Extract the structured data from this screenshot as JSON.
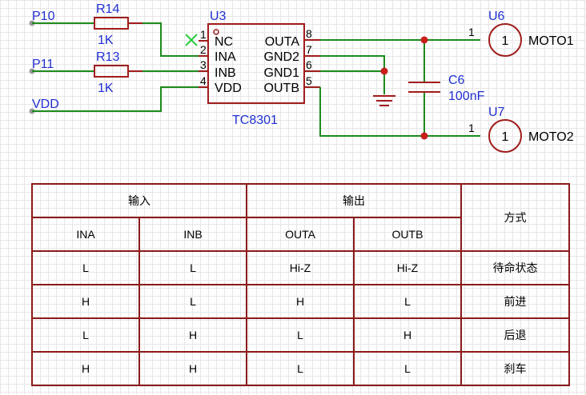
{
  "schematic": {
    "nets": {
      "p10": "P10",
      "p11": "P11",
      "vdd": "VDD"
    },
    "resistors": [
      {
        "ref": "R14",
        "value": "1K"
      },
      {
        "ref": "R13",
        "value": "1K"
      }
    ],
    "ic": {
      "ref": "U3",
      "part": "TC8301",
      "left_pins": [
        {
          "num": "1",
          "name": "NC"
        },
        {
          "num": "2",
          "name": "INA"
        },
        {
          "num": "3",
          "name": "INB"
        },
        {
          "num": "4",
          "name": "VDD"
        }
      ],
      "right_pins": [
        {
          "num": "8",
          "name": "OUTA"
        },
        {
          "num": "7",
          "name": "GND2"
        },
        {
          "num": "6",
          "name": "GND1"
        },
        {
          "num": "5",
          "name": "OUTB"
        }
      ]
    },
    "capacitor": {
      "ref": "C6",
      "value": "100nF"
    },
    "connectors": [
      {
        "ref": "U6",
        "pin": "1",
        "circle_label": "1",
        "net": "MOTO1"
      },
      {
        "ref": "U7",
        "pin": "1",
        "circle_label": "1",
        "net": "MOTO2"
      }
    ],
    "colors": {
      "wire": "#1d8a1d",
      "part": "#a01c1c",
      "label": "#1f2fd1",
      "no_connect": "#2ecc40"
    }
  },
  "table": {
    "group_headers": {
      "input": "输入",
      "output": "输出",
      "mode": "方式"
    },
    "columns": [
      "INA",
      "INB",
      "OUTA",
      "OUTB"
    ],
    "rows": [
      [
        "L",
        "L",
        "Hi-Z",
        "Hi-Z",
        "待命状态"
      ],
      [
        "H",
        "L",
        "H",
        "L",
        "前进"
      ],
      [
        "L",
        "H",
        "L",
        "H",
        "后退"
      ],
      [
        "H",
        "H",
        "L",
        "L",
        "刹车"
      ]
    ]
  }
}
